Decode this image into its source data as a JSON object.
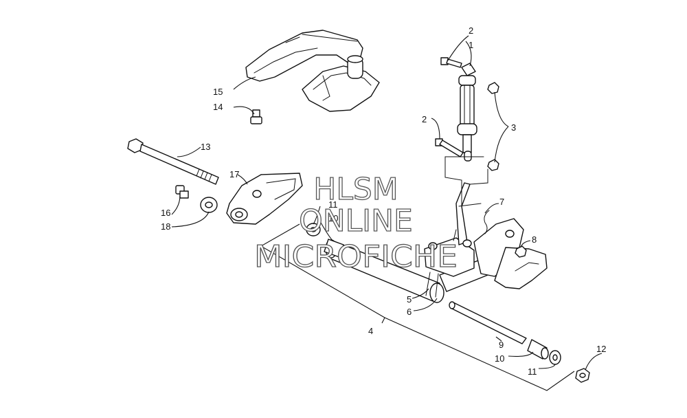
{
  "diagram": {
    "callouts": [
      "1",
      "2",
      "2",
      "3",
      "4",
      "5",
      "6",
      "7",
      "8",
      "9",
      "10",
      "10",
      "11",
      "11",
      "12",
      "13",
      "14",
      "15",
      "16",
      "17",
      "18"
    ]
  },
  "watermark": {
    "line1": "HLSM",
    "line2": "ONLINE",
    "line3": "MICROFICHE"
  },
  "colors": {
    "ink": "#111111",
    "paper": "#ffffff",
    "watermark_outline": "#555555"
  }
}
